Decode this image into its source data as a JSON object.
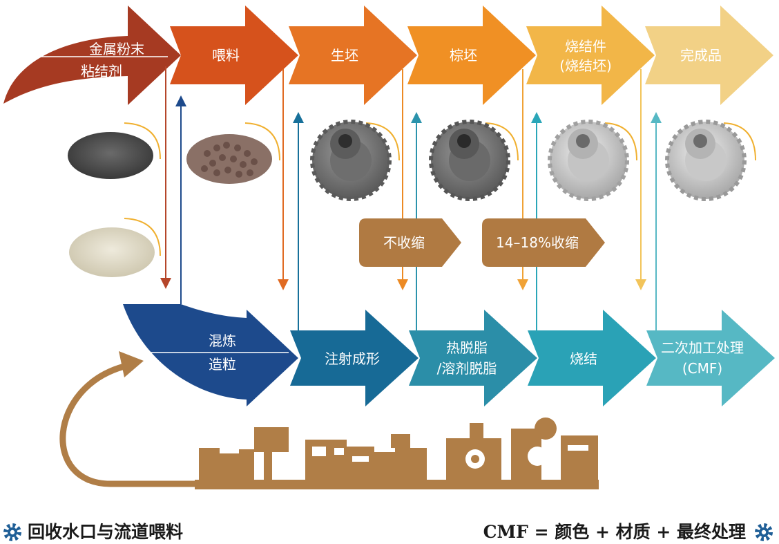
{
  "top_row": {
    "input": {
      "line1": "金属粉末",
      "line2": "粘结剂",
      "color": "#a63a22"
    },
    "stages": [
      {
        "label": "喂料",
        "color": "#d6521c"
      },
      {
        "label": "生坯",
        "color": "#e67424"
      },
      {
        "label": "棕坯",
        "color": "#f09024"
      },
      {
        "label": "烧结件",
        "label2": "(烧结坯)",
        "color": "#f2b648"
      },
      {
        "label": "完成品",
        "color": "#f2d186"
      }
    ]
  },
  "bottom_row": {
    "first": {
      "line1": "混炼",
      "line2": "造粒",
      "color": "#1d4a8c"
    },
    "stages": [
      {
        "label": "注射成形",
        "color": "#176a96"
      },
      {
        "label": "热脱脂",
        "label2": "/溶剂脱脂",
        "color": "#2b8ea8"
      },
      {
        "label": "烧结",
        "color": "#2aa2b6"
      },
      {
        "label": "二次加工处理",
        "label2": "(CMF)",
        "color": "#56b8c4"
      }
    ]
  },
  "shrink_tags": [
    {
      "label": "不收缩",
      "color": "#b07a42"
    },
    {
      "label": "14–18%收缩",
      "color": "#b07a42"
    }
  ],
  "captions": {
    "left": "回收水口与流道喂料",
    "right": "CMF = 颜色 + 材质 + 最终处理"
  },
  "accent_colors": {
    "recycle": "#b07e47",
    "gear_icon": "#1e5e96"
  }
}
